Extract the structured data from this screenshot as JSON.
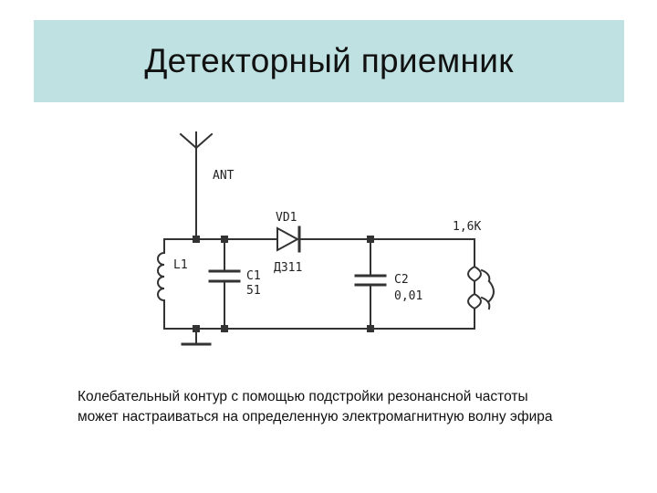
{
  "slide": {
    "title": "Детекторный приемник",
    "caption_lines": [
      "Колебательный контур с помощью подстройки резонансной частоты",
      "может настраиваться на определенную электромагнитную волну  эфира"
    ]
  },
  "schematic": {
    "labels": {
      "antenna": "ANT",
      "diode_ref": "VD1",
      "diode_type": "Д311",
      "coil_ref": "L1",
      "c1_ref": "C1",
      "c1_value": "51",
      "c2_ref": "C2",
      "c2_value": "0,01",
      "phones_value": "1,6K"
    },
    "colors": {
      "line": "#333333",
      "title_bg": "#bfe1e2"
    }
  }
}
